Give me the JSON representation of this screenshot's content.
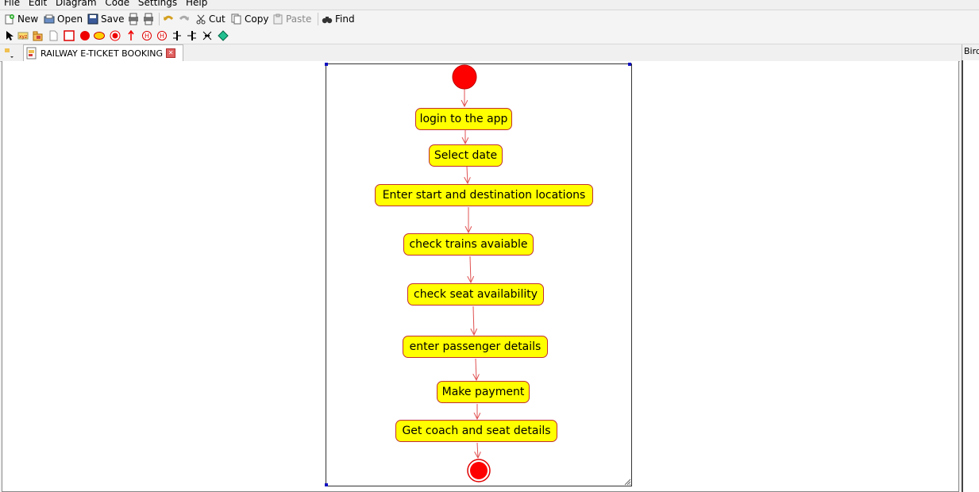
{
  "menu": [
    "File",
    "Edit",
    "Diagram",
    "Code",
    "Settings",
    "Help"
  ],
  "toolbar": {
    "new": "New",
    "open": "Open",
    "save": "Save",
    "cut": "Cut",
    "copy": "Copy",
    "paste": "Paste",
    "find": "Find"
  },
  "tab": {
    "title": "RAILWAY E-TICKET BOOKING"
  },
  "bird_view": {
    "title": "Bird"
  },
  "diagram": {
    "activities": [
      "login to the app",
      "Select date",
      "Enter start and destination locations",
      "check trains avaiable",
      "check seat availability",
      "enter passenger details",
      "Make payment",
      "Get coach and seat details"
    ]
  },
  "colors": {
    "node_fill": "#ffff00",
    "node_border": "#c03030",
    "start_end": "#ff0000",
    "arrow": "#e05050"
  }
}
